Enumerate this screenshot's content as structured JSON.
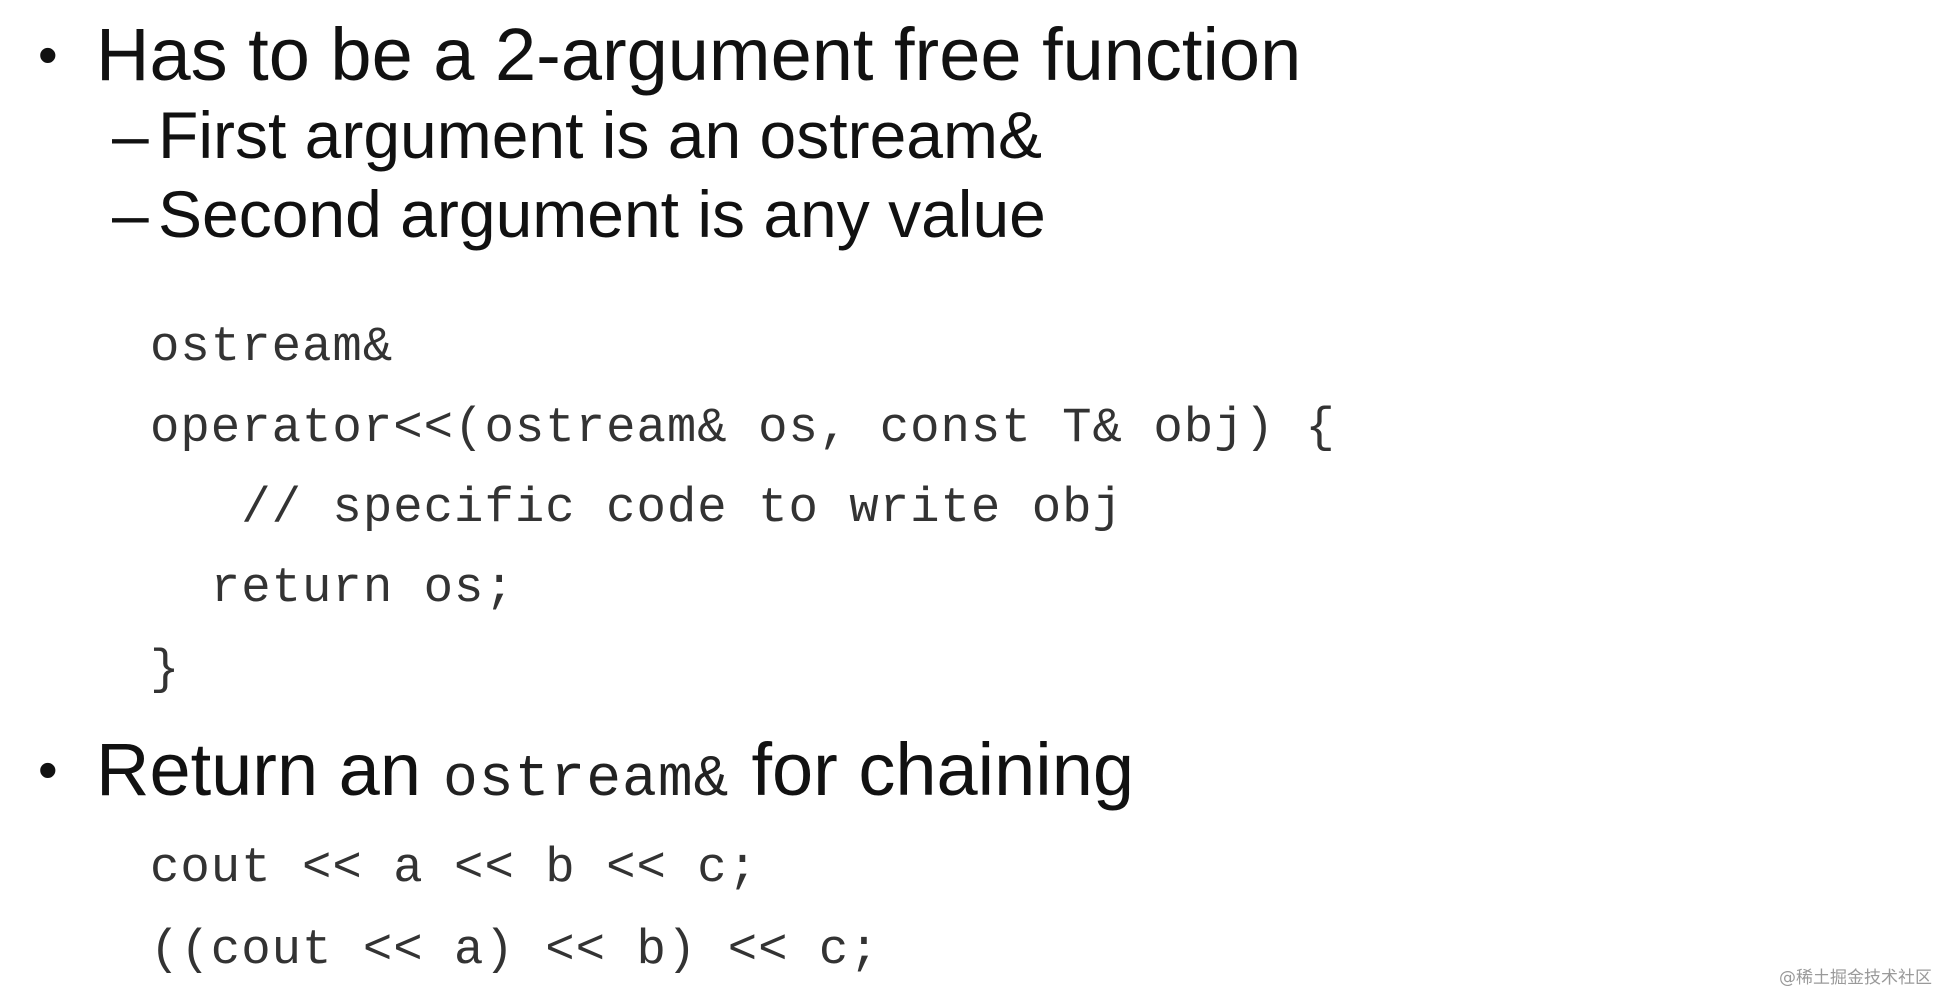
{
  "bullets": {
    "b1": {
      "text": "Has to be a 2-argument free function",
      "subs": [
        "First argument is an ostream&",
        "Second argument is any  value"
      ]
    },
    "b2": {
      "before": "Return an",
      "code": "ostream&",
      "after": "for chaining"
    }
  },
  "code_block_1": [
    "ostream&",
    "operator<<(ostream& os, const T& obj) {",
    "   // specific code to write obj",
    "  return os;",
    "}"
  ],
  "code_block_2": [
    "cout << a << b << c;",
    "((cout << a) << b) << c;"
  ],
  "watermark": "@稀土掘金技术社区",
  "symbols": {
    "bullet": "•",
    "dash": "–"
  }
}
